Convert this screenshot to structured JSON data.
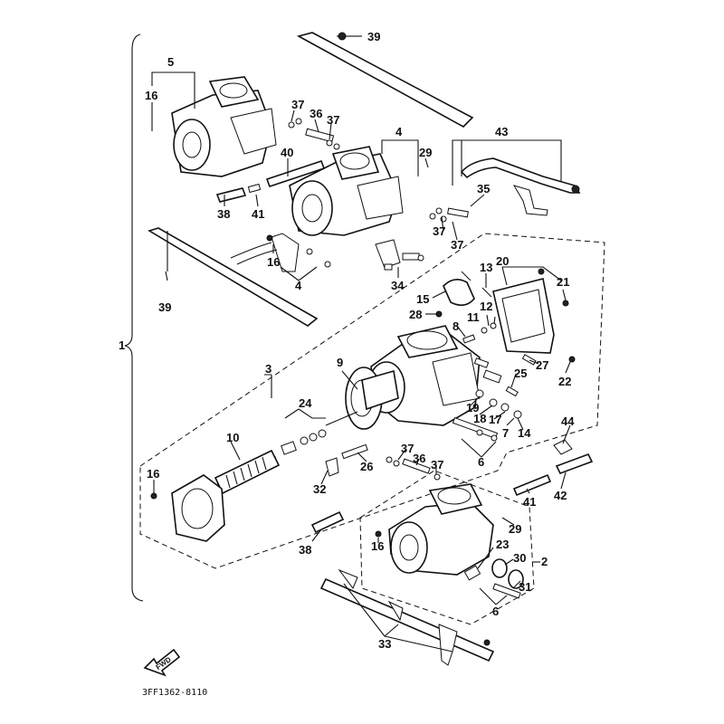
{
  "diagram": {
    "code": "3FF1362-8110",
    "fwd_label": "FWD",
    "labels": [
      "1",
      "2",
      "3",
      "4",
      "5",
      "6",
      "7",
      "8",
      "9",
      "10",
      "11",
      "12",
      "13",
      "14",
      "15",
      "16",
      "17",
      "18",
      "19",
      "20",
      "21",
      "22",
      "23",
      "24",
      "25",
      "26",
      "27",
      "28",
      "29",
      "30",
      "31",
      "32",
      "33",
      "34",
      "35",
      "36",
      "37",
      "38",
      "39",
      "40",
      "41",
      "42",
      "43",
      "44"
    ],
    "callouts": {
      "c39a": "39",
      "c5": "5",
      "c16a": "16",
      "c37a": "37",
      "c36a": "36",
      "c37b": "37",
      "c4a": "4",
      "c29a": "29",
      "c43": "43",
      "c40": "40",
      "c38a": "38",
      "c41a": "41",
      "c35": "35",
      "c37c": "37",
      "c37d": "37",
      "c16b": "16",
      "c4b": "4",
      "c34": "34",
      "c39b": "39",
      "c13": "13",
      "c20": "20",
      "c21": "21",
      "c15": "15",
      "c12": "12",
      "c28": "28",
      "c8": "8",
      "c11": "11",
      "c27": "27",
      "c25": "25",
      "c22": "22",
      "c1": "1",
      "c3": "3",
      "c9": "9",
      "c24": "24",
      "c19": "19",
      "c18": "18",
      "c17": "17",
      "c7": "7",
      "c14": "14",
      "c10": "10",
      "c26": "26",
      "c6a": "6",
      "c44": "44",
      "c37e": "37",
      "c36b": "36",
      "c37f": "37",
      "c16c": "16",
      "c32": "32",
      "c41b": "41",
      "c42": "42",
      "c38b": "38",
      "c29b": "29",
      "c16d": "16",
      "c23": "23",
      "c30": "30",
      "c2": "2",
      "c31": "31",
      "c6b": "6",
      "c33": "33"
    }
  }
}
